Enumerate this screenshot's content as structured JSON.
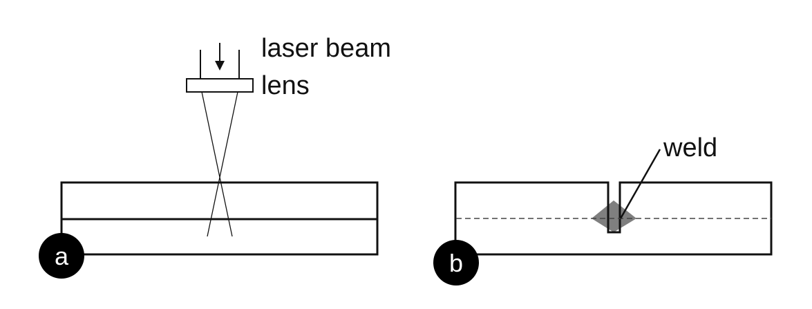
{
  "labels": {
    "laser_beam": "laser beam",
    "lens": "lens",
    "weld": "weld"
  },
  "badges": {
    "panel_a": "a",
    "panel_b": "b"
  },
  "colors": {
    "line": "#111111",
    "weld_fill": "#7f7f7f",
    "badge_fill": "#000000",
    "badge_text": "#ffffff",
    "background": "#ffffff"
  },
  "icons": {
    "beam_arrow": "down-arrow-icon"
  }
}
